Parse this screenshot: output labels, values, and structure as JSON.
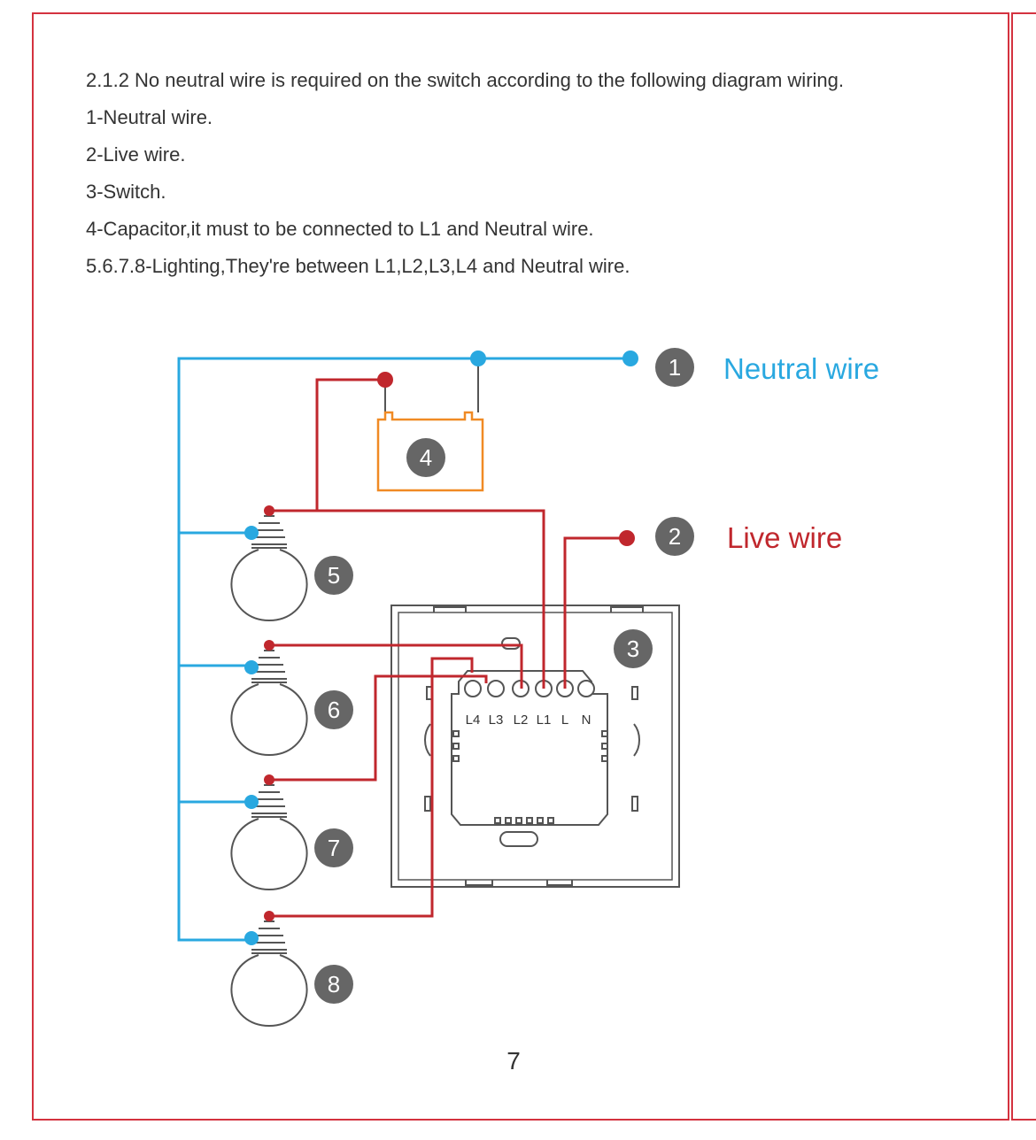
{
  "intro": {
    "heading": "2.1.2 No neutral wire is required on the switch according to the following diagram wiring.",
    "items": [
      "1-Neutral wire.",
      "2-Live wire.",
      "3-Switch.",
      "4-Capacitor,it must to be connected to L1 and Neutral wire.",
      "5.6.7.8-Lighting,They're between L1,L2,L3,L4 and Neutral wire."
    ]
  },
  "diagram": {
    "neutral_label": "Neutral wire",
    "live_label": "Live wire",
    "badges": [
      "1",
      "2",
      "3",
      "4",
      "5",
      "6",
      "7",
      "8"
    ],
    "terminals": [
      "L4",
      "L3",
      "L2",
      "L1",
      "L",
      "N"
    ],
    "colors": {
      "neutral": "#29a8e0",
      "live": "#c0272d",
      "capacitor": "#f08a24",
      "badge": "#666666",
      "frame": "#d4323f"
    }
  },
  "page_number": "7"
}
